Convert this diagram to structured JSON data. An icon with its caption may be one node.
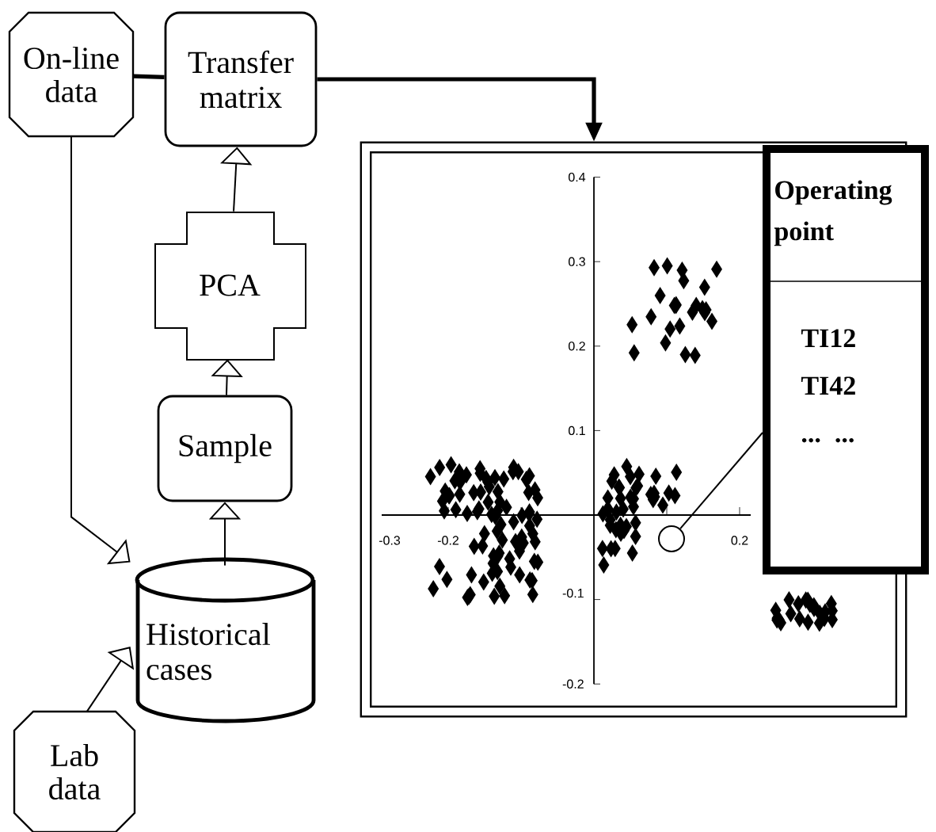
{
  "diagram": {
    "nodes": [
      {
        "text": [
          "On-line data"
        ]
      },
      {
        "text": [
          "Transfer matrix"
        ]
      },
      {
        "text": [
          "PCA"
        ]
      },
      {
        "text": [
          "Sample"
        ]
      },
      {
        "text": [
          "Historical cases"
        ]
      },
      {
        "text": [
          "Lab data"
        ]
      },
      {
        "text": [],
        "shape": "box"
      },
      {
        "text": [
          "Operating point",
          "TI12 TI42 ... ..."
        ]
      },
      {
        "text": [],
        "shape": "circle",
        "in": 6
      }
    ],
    "edges": [
      {
        "from": 0,
        "to": 1,
        "arrow": "none",
        "style": "thick"
      },
      {
        "from": 1,
        "to": 6,
        "arrow": "to",
        "style": "thick"
      },
      {
        "from": 2,
        "to": 1,
        "arrow": "to"
      },
      {
        "from": 3,
        "to": 2,
        "arrow": "to"
      },
      {
        "from": 4,
        "to": 3,
        "arrow": "to"
      },
      {
        "from": 0,
        "to": 4,
        "arrow": "to"
      },
      {
        "from": 5,
        "to": 4,
        "arrow": "to"
      },
      {
        "from": 7,
        "to": 8,
        "arrow": "none"
      }
    ],
    "labels": [
      "0.4",
      "0.3",
      "0.2",
      "0.1",
      "-0.3",
      "-0.2",
      "0.2",
      "-0.1",
      "-0.2"
    ]
  }
}
